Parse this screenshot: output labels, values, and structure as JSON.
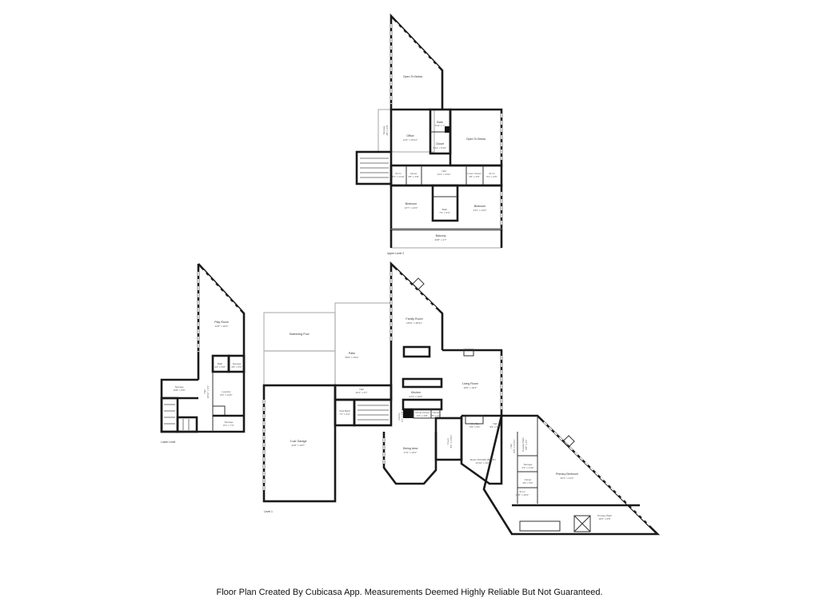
{
  "footer": "Floor Plan Created By Cubicasa App. Measurements Deemed Highly Reliable But Not Guaranteed.",
  "levels": {
    "upper": "Upper Level 2",
    "level1": "Level 1",
    "lower": "Lower Level"
  },
  "upper": {
    "open_to_below_top": "Open To Below",
    "open_to_below_right": "Open To Below",
    "office": {
      "name": "Office",
      "dim": "11'6\" x 16'11\""
    },
    "bath_top": {
      "name": "Bath",
      "dim": "5'11\" x 7'"
    },
    "closet_top": {
      "name": "Closet",
      "dim": "5'11\" x 5'10\""
    },
    "storage": {
      "name": "Storage",
      "dim": "4'8\" x 2'8\""
    },
    "wic_left": {
      "name": "W.I.C",
      "dim": "5'7\" x 3'10\""
    },
    "closet_left": {
      "name": "Closet",
      "dim": "3'5\" x 3'8\""
    },
    "hall": {
      "name": "Hall",
      "dim": "14'1\" x 3'10\""
    },
    "linen_closet": {
      "name": "Linen Closet",
      "dim": "3'5\" x 3'5\""
    },
    "wic_right": {
      "name": "W.I.C",
      "dim": "5'1\" x 3'5\""
    },
    "bedroom_left": {
      "name": "Bedroom",
      "dim": "13'7\" x 12'0\""
    },
    "bath_mid": {
      "name": "Bath",
      "dim": "7'2\" x 9'4\""
    },
    "bedroom_right": {
      "name": "Bedroom",
      "dim": "13'1\" x 13'2\""
    },
    "balcony": {
      "name": "Balcony",
      "dim": "33'8\" x 4'7\""
    }
  },
  "level1": {
    "swimming_pool": "Swimming Pool",
    "patio": {
      "name": "Patio",
      "dim": "36'6\" x 15'2\""
    },
    "family_room": {
      "name": "Family Room",
      "dim": "18'11\" x 28'11\""
    },
    "living_room": {
      "name": "Living Room",
      "dim": "18'6\" x 18'2\""
    },
    "kitchen": {
      "name": "Kitchen",
      "dim": "21'1\" x 19'9\""
    },
    "hall_left": {
      "name": "Hall",
      "dim": "16'1\" x 4'7\""
    },
    "powder_bath": {
      "name": "Pwd Bath",
      "dim": "7'1\" x 6'4\""
    },
    "china_closet": {
      "name": "China Closet",
      "dim": "6'7\" x 2'8\""
    },
    "closet_small": {
      "name": "Closet",
      "dim": "2'5\" x 2'8\""
    },
    "pantry": {
      "name": "Pantry",
      "dim": "6'7\" x 2'8\""
    },
    "wet_bar": {
      "name": "Wet Bar",
      "dim": "5'6\" x 5'1\""
    },
    "hall_right": {
      "name": "Hall",
      "dim": "5'9\" x 3'5\""
    },
    "foyer": {
      "name": "Foyer",
      "dim": "8'1\" x 13'11\""
    },
    "dining_area": {
      "name": "Dining Area",
      "dim": "17'4\" x 16'1\""
    },
    "music_room": {
      "name": "Music ROOM/LIBRARY",
      "dim": "12'10\" x 16'3\""
    },
    "hall_vertical": {
      "name": "Hall",
      "dim": "8'5\" x 17'10\""
    },
    "powder_bath_2": {
      "name": "Powder Bath",
      "dim": "5'8\" x 4'1\""
    },
    "storage": {
      "name": "Storage",
      "dim": "4'9\" x 4'10\""
    },
    "closet": {
      "name": "Closet",
      "dim": "4'9\" x 5'2\""
    },
    "wic": {
      "name": "W.I.C",
      "dim": "13'8\" x 10'2\""
    },
    "primary_bedroom": {
      "name": "Primary Bedroom",
      "dim": "20'1\" x 21'2\""
    },
    "primary_bath": {
      "name": "Primary Bath",
      "dim": "18'1\" x 6'8\""
    },
    "garage": {
      "name": "3 car Garage",
      "dim": "22'6\" x 33'7\""
    }
  },
  "lower": {
    "play_room": {
      "name": "Play Room",
      "dim": "12'8\" x 20'3\""
    },
    "bath": {
      "name": "Bath",
      "dim": "4'4\" x 5'8\""
    },
    "storage_small": {
      "name": "Storage",
      "dim": "4'9\" x 5'1\""
    },
    "storage_left": {
      "name": "Storage",
      "dim": "10'8\" x 5'8\""
    },
    "laundry": {
      "name": "Laundry",
      "dim": "8'4\" x 11'8\""
    },
    "hall": {
      "name": "Hall",
      "dim": "18'11\" x 3'1\""
    },
    "storage_bottom": {
      "name": "Storage",
      "dim": "8'1\" x 7'2\""
    }
  }
}
